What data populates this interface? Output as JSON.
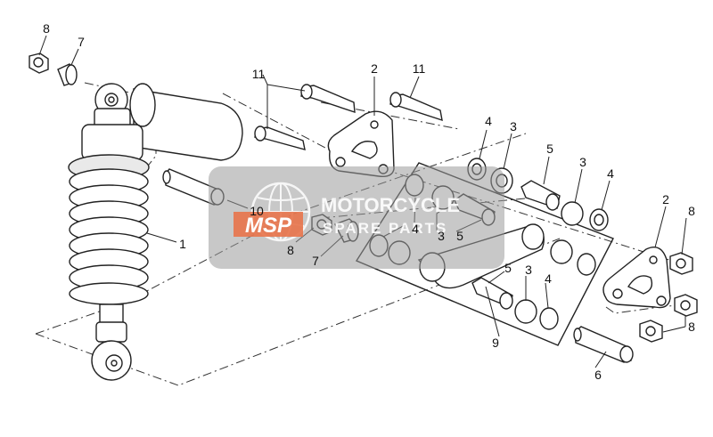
{
  "callouts": {
    "c1": "1",
    "c2a": "2",
    "c2b": "2",
    "c3a": "3",
    "c3b": "3",
    "c3c": "3",
    "c3d": "3",
    "c4a": "4",
    "c4b": "4",
    "c4c": "4",
    "c4d": "4",
    "c5a": "5",
    "c5b": "5",
    "c5c": "5",
    "c6": "6",
    "c7a": "7",
    "c7b": "7",
    "c8a": "8",
    "c8b": "8",
    "c8c": "8",
    "c8d": "8",
    "c9": "9",
    "c10": "10",
    "c11a": "11",
    "c11b": "11"
  },
  "watermark": {
    "logo_text": "MSP",
    "brand_line1": "MOTORCYCLE",
    "brand_line2": "SPARE PARTS"
  },
  "colors": {
    "line": "#222222",
    "watermark_bg": "#9a9a9a",
    "watermark_accent": "#e8734a"
  }
}
